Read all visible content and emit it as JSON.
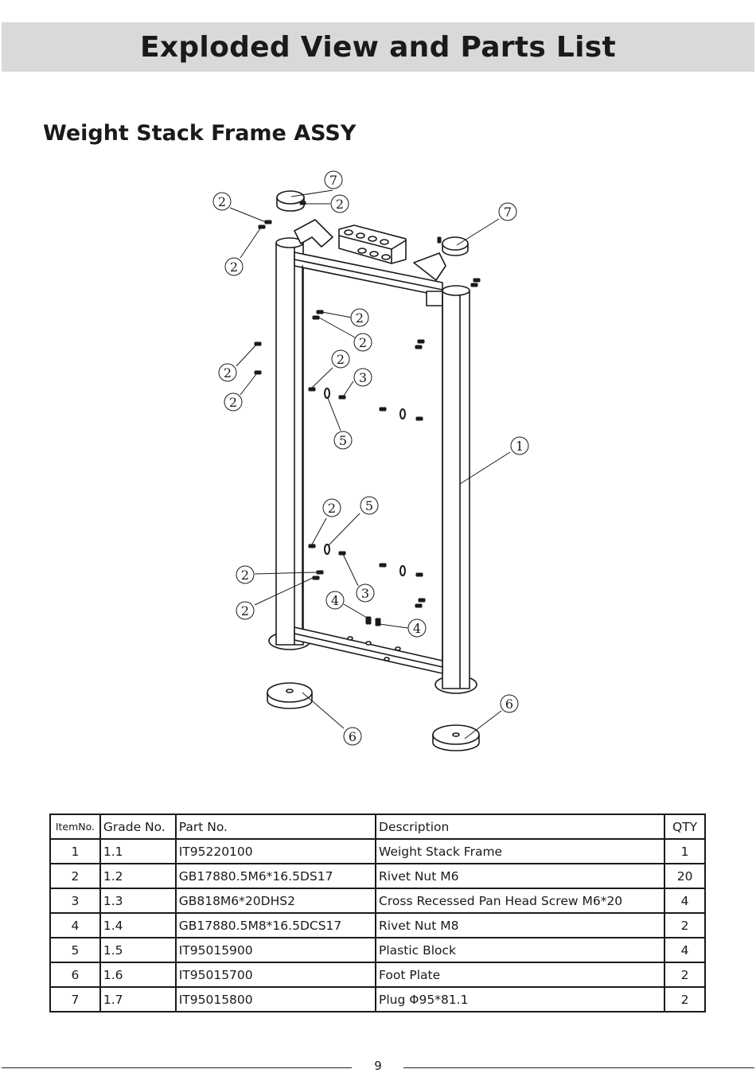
{
  "header": {
    "title": "Exploded View and Parts List"
  },
  "section": {
    "title": "Weight Stack Frame ASSY"
  },
  "diagram": {
    "callouts": [
      "7",
      "2",
      "2",
      "7",
      "2",
      "2",
      "2",
      "2",
      "2",
      "2",
      "3",
      "5",
      "1",
      "2",
      "5",
      "2",
      "2",
      "3",
      "4",
      "4",
      "6",
      "6"
    ]
  },
  "parts_table": {
    "headers": {
      "item_no": "ItemNo.",
      "grade_no": "Grade No.",
      "part_no": "Part No.",
      "description": "Description",
      "qty": "QTY"
    },
    "rows": [
      {
        "item_no": "1",
        "grade_no": "1.1",
        "part_no": "IT95220100",
        "description": "Weight Stack Frame",
        "qty": "1"
      },
      {
        "item_no": "2",
        "grade_no": "1.2",
        "part_no": "GB17880.5M6*16.5DS17",
        "description": "Rivet Nut M6",
        "qty": "20"
      },
      {
        "item_no": "3",
        "grade_no": "1.3",
        "part_no": "GB818M6*20DHS2",
        "description": "Cross Recessed Pan Head Screw M6*20",
        "qty": "4"
      },
      {
        "item_no": "4",
        "grade_no": "1.4",
        "part_no": "GB17880.5M8*16.5DCS17",
        "description": "Rivet Nut M8",
        "qty": "2"
      },
      {
        "item_no": "5",
        "grade_no": "1.5",
        "part_no": "IT95015900",
        "description": "Plastic Block",
        "qty": "4"
      },
      {
        "item_no": "6",
        "grade_no": "1.6",
        "part_no": "IT95015700",
        "description": "Foot Plate",
        "qty": "2"
      },
      {
        "item_no": "7",
        "grade_no": "1.7",
        "part_no": "IT95015800",
        "description": "Plug Φ95*81.1",
        "qty": "2"
      }
    ]
  },
  "footer": {
    "page_number": "9"
  }
}
